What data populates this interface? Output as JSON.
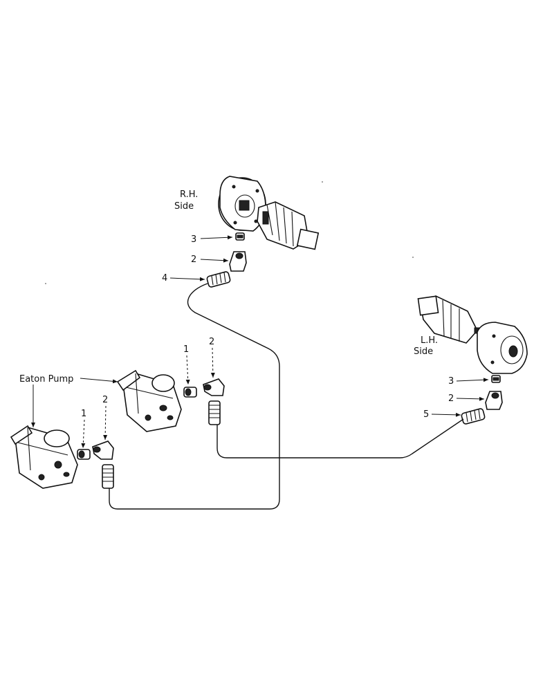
{
  "labels": {
    "rh_side_line1": "R.H.",
    "rh_side_line2": "Side",
    "lh_side_line1": "L.H.",
    "lh_side_line2": "Side",
    "eaton_pump": "Eaton Pump"
  },
  "callouts": {
    "rh_3": "3",
    "rh_2": "2",
    "rh_4": "4",
    "upper_pump_1": "1",
    "upper_pump_2": "2",
    "lower_pump_1": "1",
    "lower_pump_2": "2",
    "lh_3": "3",
    "lh_2": "2",
    "lh_5": "5"
  }
}
